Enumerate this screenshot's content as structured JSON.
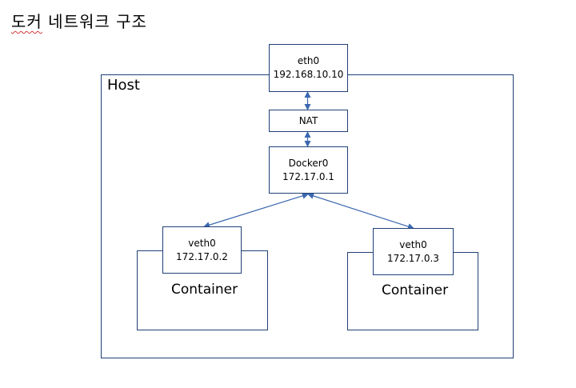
{
  "title": {
    "first_word": "도커",
    "rest": "네트워크 구조"
  },
  "host": {
    "label": "Host"
  },
  "nodes": {
    "eth0": {
      "name": "eth0",
      "ip": "192.168.10.10"
    },
    "nat": {
      "name": "NAT"
    },
    "docker0": {
      "name": "Docker0",
      "ip": "172.17.0.1"
    },
    "veth_left": {
      "name": "veth0",
      "ip": "172.17.0.2"
    },
    "veth_right": {
      "name": "veth0",
      "ip": "172.17.0.3"
    }
  },
  "containers": [
    {
      "label": "Container"
    },
    {
      "label": "Container"
    }
  ],
  "colors": {
    "border": "#1f3f74",
    "arrow": "#3a68b0",
    "spellcheck_underline": "#d23a3a"
  }
}
